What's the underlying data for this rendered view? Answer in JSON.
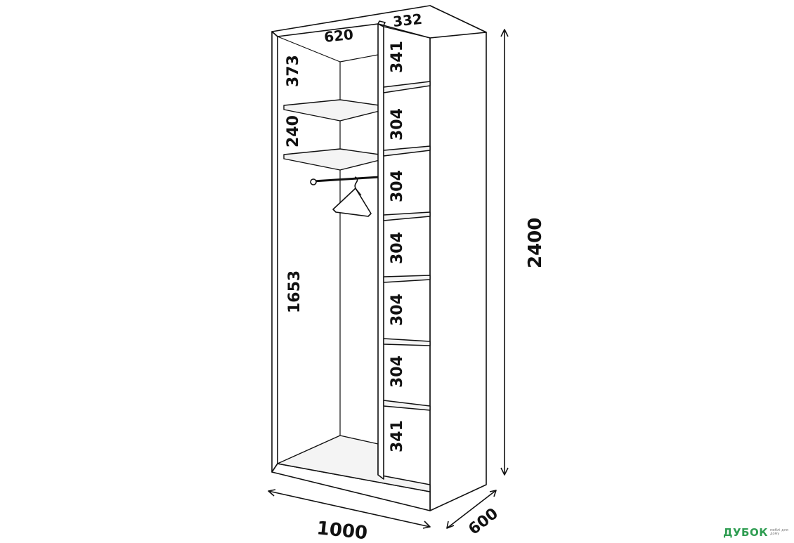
{
  "dimensions": {
    "top_width_left": "620",
    "top_width_right": "332",
    "left_top": "373",
    "left_shelf_gap": "240",
    "left_hanging": "1653",
    "right_cells": [
      "341",
      "304",
      "304",
      "304",
      "304",
      "304",
      "341"
    ],
    "total_height": "2400",
    "width": "1000",
    "depth": "600"
  },
  "logo": {
    "name": "ДУБОК",
    "tagline": "меблі для дому"
  },
  "colors": {
    "line": "#111111",
    "logo_green": "#2f9d52"
  }
}
